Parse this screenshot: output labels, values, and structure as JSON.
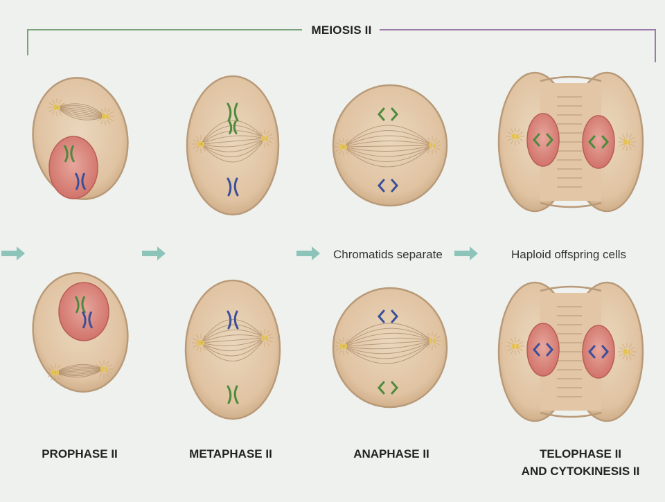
{
  "title": "MEIOSIS II",
  "captions": {
    "anaphase": "Chromatids separate",
    "telophase": "Haploid offspring cells"
  },
  "stages": [
    {
      "label": "PROPHASE II"
    },
    {
      "label": "METAPHASE II"
    },
    {
      "label": "ANAPHASE II"
    },
    {
      "label": "TELOPHASE II",
      "label2": "AND CYTOKINESIS II"
    }
  ],
  "colors": {
    "cell_fill": "#e3c7a7",
    "cell_edge": "#b99a78",
    "nucleus": "#d9857b",
    "spindle": "#a8896b",
    "centriole": "#e3c25a",
    "chromosome_green": "#4d8a3c",
    "chromosome_blue": "#3a4f9a",
    "arrow": "#7fb9b0",
    "bracket_left": "#7aa37a",
    "bracket_right": "#8a6a9a"
  }
}
